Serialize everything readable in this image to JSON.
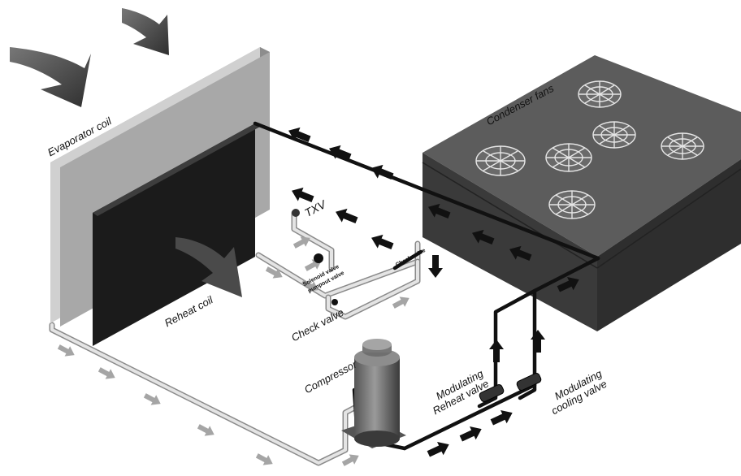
{
  "labels": {
    "evaporator_coil": "Evaporator coil",
    "reheat_coil": "Reheat coil",
    "condenser_fans": "Condenser fans",
    "txv": "TXV",
    "check_valve": "Check valve",
    "solenoid_valve_line1": "Solenoid valve",
    "solenoid_valve_line2": "pumpout valve",
    "check_valve_small": "Check valve",
    "compressor": "Compressor",
    "modulating_reheat_valve_line1": "Modulating",
    "modulating_reheat_valve_line2": "Reheat valve",
    "modulating_cooling_valve_line1": "Modulating",
    "modulating_cooling_valve_line2": "cooling valve"
  },
  "colors": {
    "coil_dark": "#1c1c1c",
    "coil_light": "#c7c7c7",
    "condenser_top": "#5a5a5a",
    "condenser_side": "#3c3c3c",
    "hot_pipe": "#111111",
    "cold_pipe": "#d8d8d8",
    "cold_arrow": "#a9a9a9",
    "hot_arrow": "#111111"
  },
  "icons": {
    "air_flow": "air-flow-arrow-icon",
    "refrigerant_flow_hot": "hot-refrigerant-arrow-icon",
    "refrigerant_flow_cold": "cold-refrigerant-arrow-icon",
    "fan": "condenser-fan-icon",
    "valve": "valve-icon",
    "compressor": "compressor-icon"
  }
}
